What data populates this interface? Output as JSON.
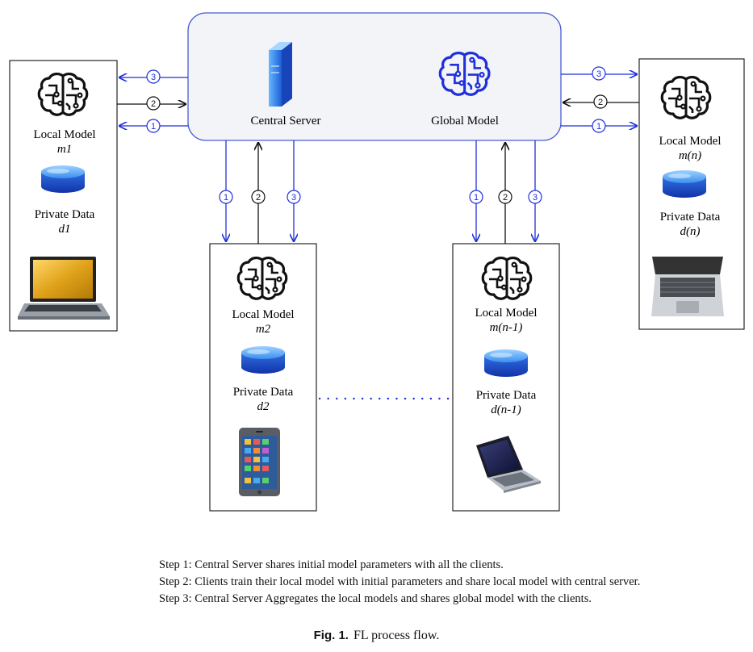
{
  "server": {
    "central_label": "Central Server",
    "global_label": "Global Model"
  },
  "clients": [
    {
      "model_label": "Local Model",
      "model_id": "m1",
      "data_label": "Private Data",
      "data_id": "d1",
      "device": "laptop-gold-icon"
    },
    {
      "model_label": "Local Model",
      "model_id": "m2",
      "data_label": "Private Data",
      "data_id": "d2",
      "device": "smartphone-icon"
    },
    {
      "model_label": "Local Model",
      "model_id": "m(n-1)",
      "data_label": "Private Data",
      "data_id": "d(n-1)",
      "device": "laptop-dark-icon"
    },
    {
      "model_label": "Local Model",
      "model_id": "m(n)",
      "data_label": "Private Data",
      "data_id": "d(n)",
      "device": "laptop-silver-icon"
    }
  ],
  "step_markers": {
    "one": "1",
    "two": "2",
    "three": "3"
  },
  "steps": [
    "Step 1: Central Server shares initial model parameters with all the clients.",
    "Step 2: Clients train their local model with initial parameters and share local model with central server.",
    "Step 3: Central Server Aggregates the local models and shares global model with the clients."
  ],
  "caption": {
    "label": "Fig. 1.",
    "text": "FL process flow."
  },
  "colors": {
    "blue": "#1f2fdc",
    "black": "#111111",
    "server_border": "#4a5ad8"
  }
}
